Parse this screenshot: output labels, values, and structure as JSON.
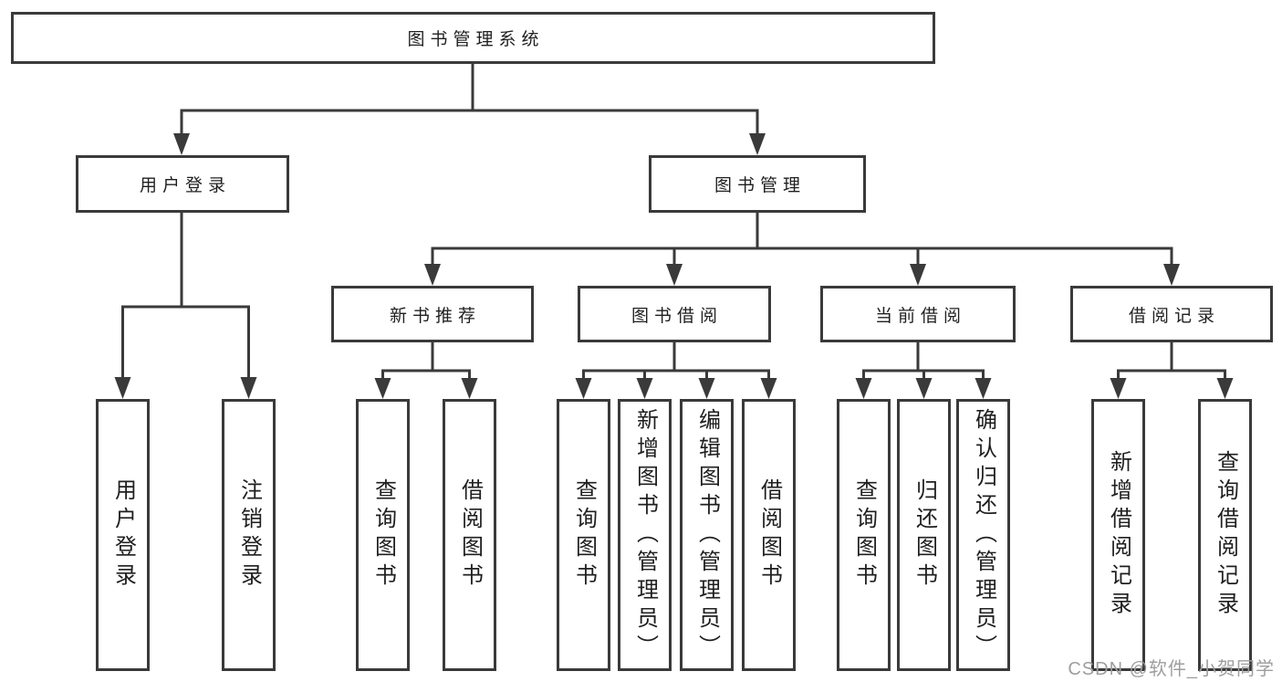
{
  "tree": {
    "root": {
      "label": "图书管理系统"
    },
    "branches": [
      {
        "label": "用户登录",
        "leaves": [
          {
            "label": "用户登录"
          },
          {
            "label": "注销登录"
          }
        ]
      },
      {
        "label": "图书管理",
        "groups": [
          {
            "label": "新书推荐",
            "leaves": [
              {
                "label": "查询图书"
              },
              {
                "label": "借阅图书"
              }
            ]
          },
          {
            "label": "图书借阅",
            "leaves": [
              {
                "label": "查询图书"
              },
              {
                "label": "新增图书（管理员）"
              },
              {
                "label": "编辑图书（管理员）"
              },
              {
                "label": "借阅图书"
              }
            ]
          },
          {
            "label": "当前借阅",
            "leaves": [
              {
                "label": "查询图书"
              },
              {
                "label": "归还图书"
              },
              {
                "label": "确认归还（管理员）"
              }
            ]
          },
          {
            "label": "借阅记录",
            "leaves": [
              {
                "label": "新增借阅记录"
              },
              {
                "label": "查询借阅记录"
              }
            ]
          }
        ]
      }
    ]
  },
  "watermark": {
    "text": "CSDN @软件_小贺同学"
  },
  "colors": {
    "line": "#3a3a3a",
    "border": "#3a3a3a",
    "box_fill": "#ffffff",
    "text": "#1f1f1f",
    "watermark": "#9e9e9e",
    "background": "#ffffff"
  }
}
